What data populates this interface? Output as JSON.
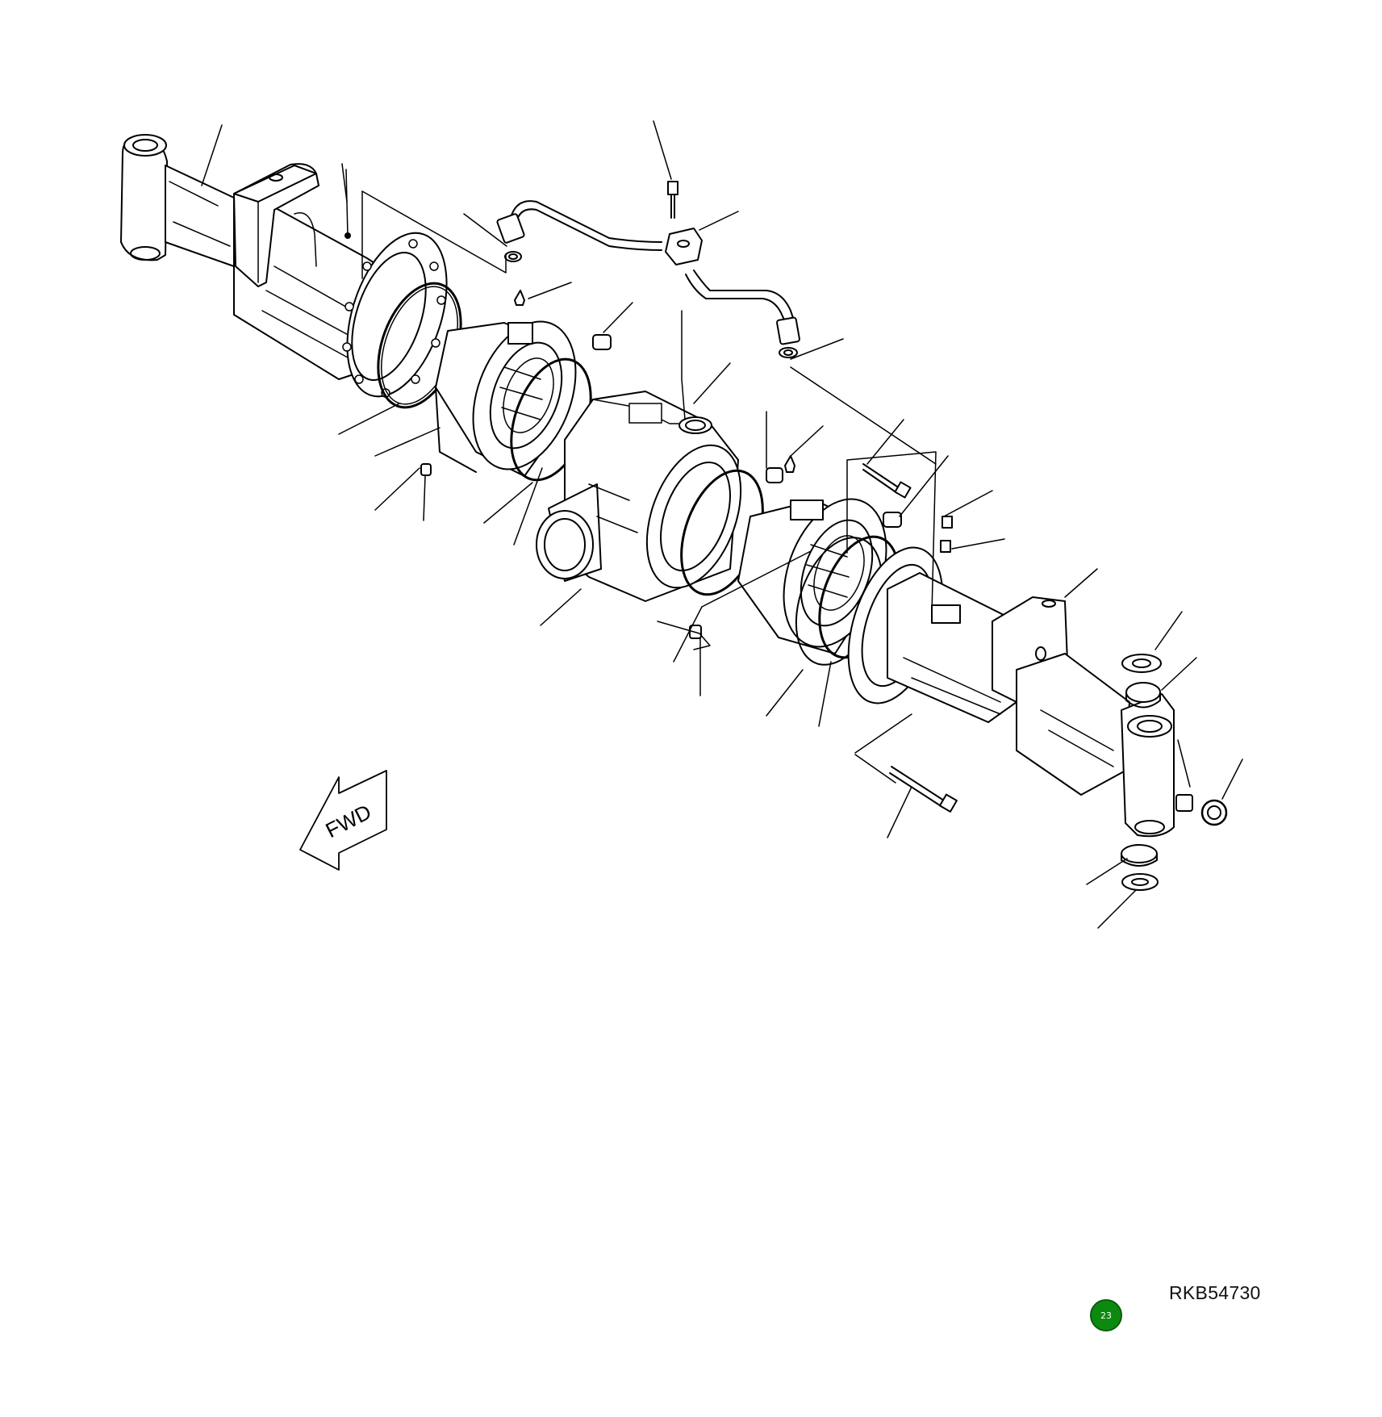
{
  "diagram": {
    "direction_arrow": {
      "label": "FWD"
    },
    "reference_code": "RKB54730",
    "page_badge": "23",
    "colors": {
      "line": "#000000",
      "badge": "#0c8a10",
      "background": "#ffffff"
    },
    "parts": [
      "left-axle-housing",
      "left-brake-housing",
      "left-o-ring",
      "left-friction-plate",
      "differential-carrier",
      "right-brake-housing",
      "right-o-ring",
      "right-friction-plate",
      "right-axle-housing",
      "brake-tube-assembly",
      "tee-fitting",
      "bolt",
      "breather-plug",
      "cap-plug",
      "washer",
      "thrust-washer",
      "bushing",
      "seal"
    ]
  }
}
